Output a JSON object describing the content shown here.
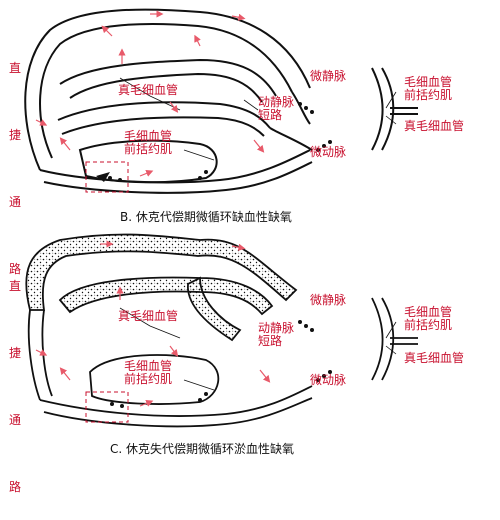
{
  "colors": {
    "label": "#c8102e",
    "line": "#111111",
    "arrow": "#e85a6a",
    "dash": "#c8102e"
  },
  "panel_b": {
    "caption": "B. 休克代偿期微循环缺血性缺氧",
    "shunt_path": [
      "直",
      "捷",
      "通",
      "路"
    ],
    "true_capillary": "真毛细血管",
    "precapillary_sphincter": "毛细血管\n前括约肌",
    "venule": "微静脉",
    "av_shunt": "动静脉\n短路",
    "arteriole": "微动脉",
    "inset_sphincter": "毛细血管\n前括约肌",
    "inset_true_capillary": "真毛细血管"
  },
  "panel_c": {
    "caption": "C. 休克失代偿期微循环淤血性缺氧",
    "shunt_path": [
      "直",
      "捷",
      "通",
      "路"
    ],
    "true_capillary": "真毛细血管",
    "precapillary_sphincter": "毛细血管\n前括约肌",
    "venule": "微静脉",
    "av_shunt": "动静脉\n短路",
    "arteriole": "微动脉",
    "inset_sphincter": "毛细血管\n前括约肌",
    "inset_true_capillary": "真毛细血管"
  }
}
